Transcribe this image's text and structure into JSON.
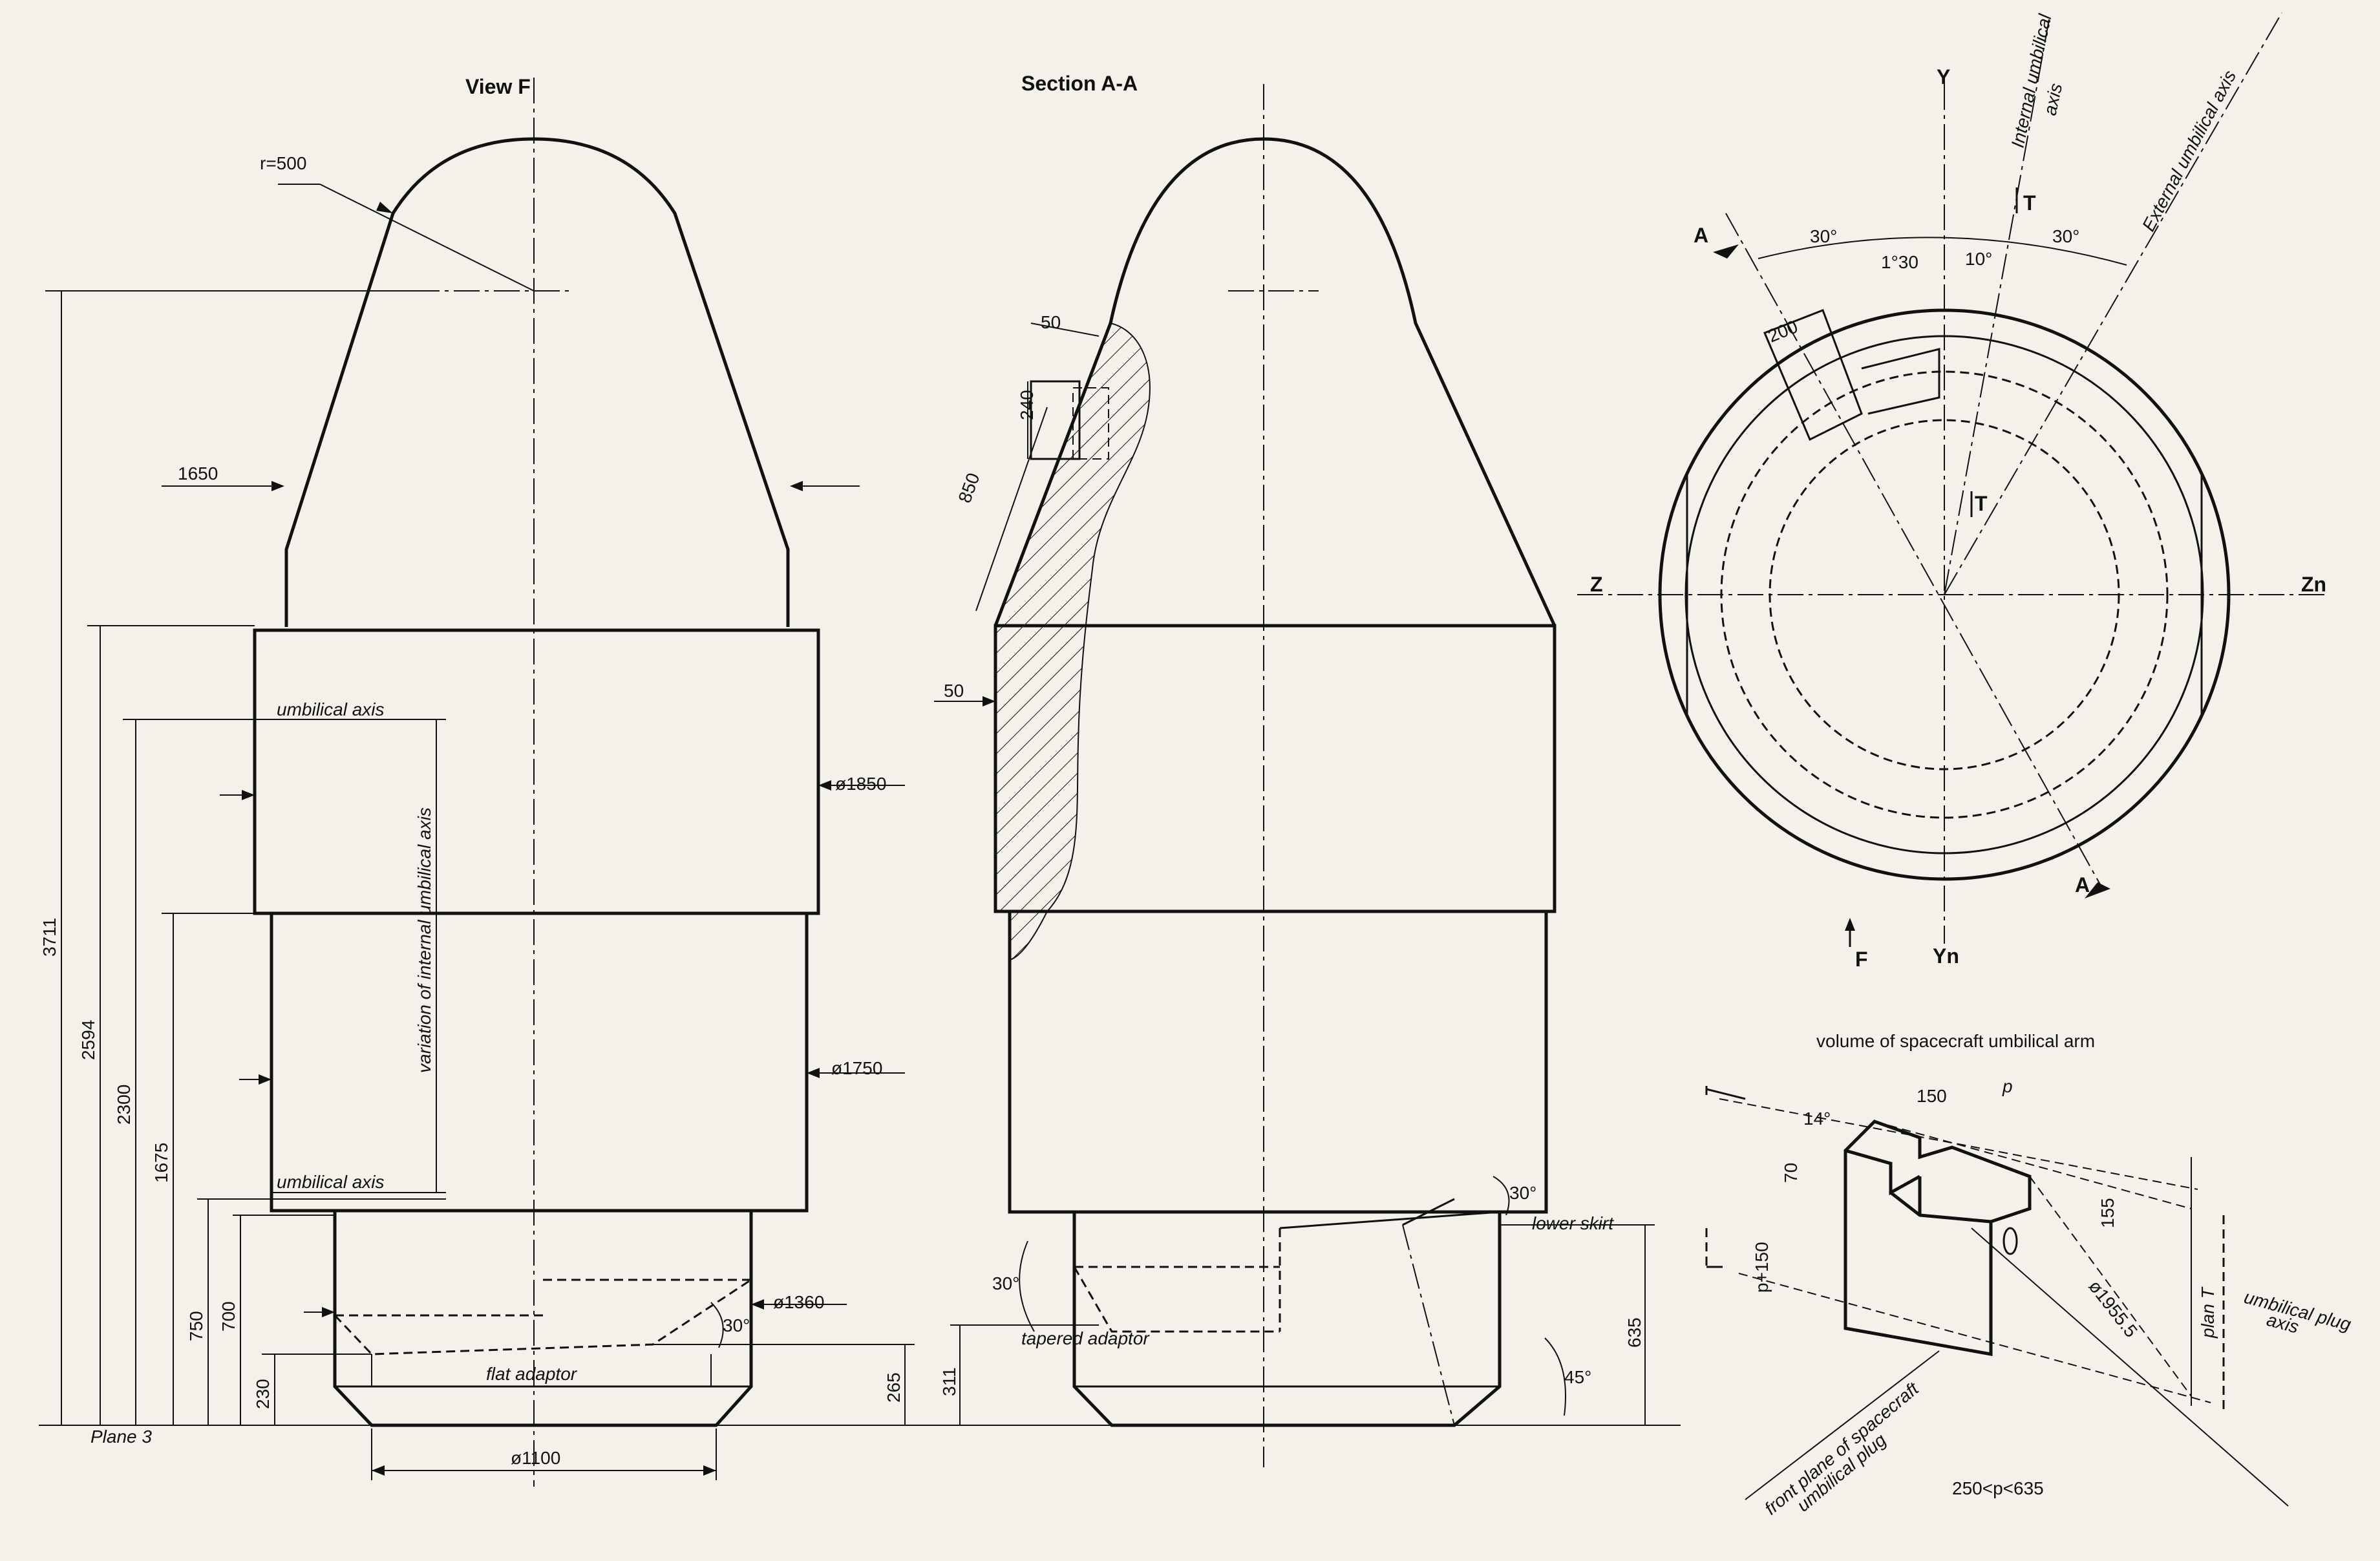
{
  "labels": {
    "view_f": "View  F",
    "section_aa": "Section A-A",
    "plane3": "Plane 3",
    "r500": "r=500",
    "d1650": "1650",
    "umbilical_axis": "umbilical  axis",
    "variation": "variation of internal umbilical axis",
    "d1850": "ø1850",
    "d1750": "ø1750",
    "d1360": "ø1360",
    "d1100": "ø1100",
    "flat_adaptor": "flat    adaptor",
    "tapered_adaptor": "tapered  adaptor",
    "lower_skirt": "lower  skirt",
    "dim3711": "3711",
    "dim2594": "2594",
    "dim2300": "2300",
    "dim1675": "1675",
    "dim750": "750",
    "dim700": "700",
    "dim230": "230",
    "dim265": "265",
    "dim311": "311",
    "dim635": "635",
    "dim50a": "50",
    "dim50b": "50",
    "dim240": "240",
    "dim850": "850",
    "deg30a": "30°",
    "deg30b": "30°",
    "deg30c": "30°",
    "deg45": "45°",
    "y": "Y",
    "yn": "Yn",
    "z": "Z",
    "zn": "Zn",
    "a_top": "A",
    "a_bot": "A",
    "f_mark": "F",
    "t_upper": "T",
    "t_lower": "T",
    "internal_axis_1": "Internal umbilical",
    "internal_axis_2": "axis",
    "external_axis": "External umbilical axis",
    "ang30l": "30°",
    "ang130": "1°30",
    "ang10": "10°",
    "ang30r": "30°",
    "dim200": "200",
    "arm_title": "volume of spacecraft umbilical arm",
    "dim150": "150",
    "dim_p": "p",
    "deg14": "14°",
    "dim70": "70",
    "dim_p150": "p+150",
    "dim155": "155",
    "d19555": "ø1955.5",
    "plan_t": "plan  T",
    "plug_axis_1": "umbilical plug",
    "plug_axis_2": "axis",
    "front_plane_1": "front plane of spacecraft",
    "front_plane_2": "umbilical plug",
    "p_range": "250<p<635"
  }
}
